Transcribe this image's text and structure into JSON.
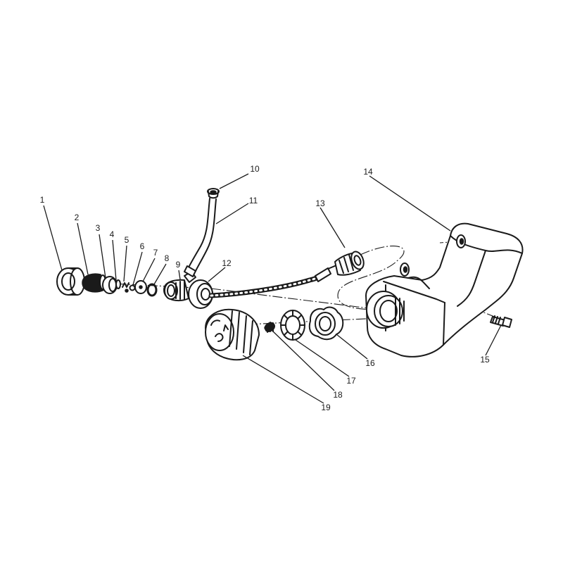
{
  "diagram": {
    "type": "exploded-parts-view",
    "callouts": [
      {
        "id": "p1",
        "label": "1"
      },
      {
        "id": "p2",
        "label": "2"
      },
      {
        "id": "p3",
        "label": "3"
      },
      {
        "id": "p4",
        "label": "4"
      },
      {
        "id": "p5",
        "label": "5"
      },
      {
        "id": "p6",
        "label": "6"
      },
      {
        "id": "p7",
        "label": "7"
      },
      {
        "id": "p8",
        "label": "8"
      },
      {
        "id": "p9",
        "label": "9"
      },
      {
        "id": "p10",
        "label": "10"
      },
      {
        "id": "p11",
        "label": "11"
      },
      {
        "id": "p12",
        "label": "12"
      },
      {
        "id": "p13",
        "label": "13"
      },
      {
        "id": "p14",
        "label": "14"
      },
      {
        "id": "p15",
        "label": "15"
      },
      {
        "id": "p16",
        "label": "16"
      },
      {
        "id": "p17",
        "label": "17"
      },
      {
        "id": "p18",
        "label": "18"
      },
      {
        "id": "p19",
        "label": "19"
      }
    ]
  }
}
